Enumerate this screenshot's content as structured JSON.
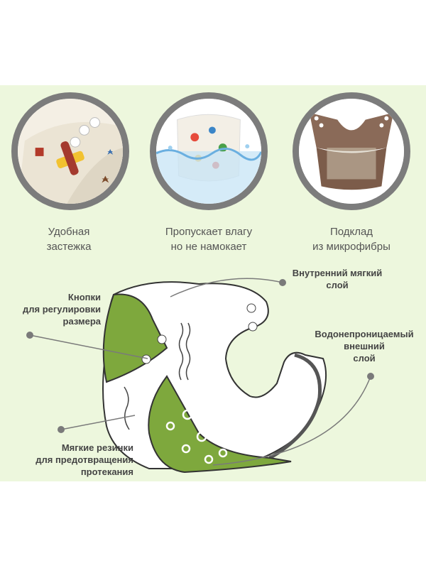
{
  "features": [
    {
      "line1": "Удобная",
      "line2": "застежка",
      "image": "print-diaper-snaps-closeup"
    },
    {
      "line1": "Пропускает влагу",
      "line2": "но не намокает",
      "image": "diaper-in-water"
    },
    {
      "line1": "Подклад",
      "line2": "из микрофибры",
      "image": "brown-microfiber-lining"
    }
  ],
  "callouts": {
    "inner": {
      "line1": "Внутренний мягкий",
      "line2": "слой"
    },
    "snaps": {
      "line1": "Кнопки",
      "line2": "для регулировки",
      "line3": "размера"
    },
    "outer": {
      "line1": "Водонепроницаемый",
      "line2": "внешний",
      "line3": "слой"
    },
    "elastic": {
      "line1": "Мягкие резинки",
      "line2": "для предотвращения",
      "line3": "протекания"
    }
  },
  "colors": {
    "band": "#edf7dd",
    "accent_green": "#7ea83d",
    "circle_border": "#7c7c7c",
    "leader_line": "#7a7a7a"
  }
}
